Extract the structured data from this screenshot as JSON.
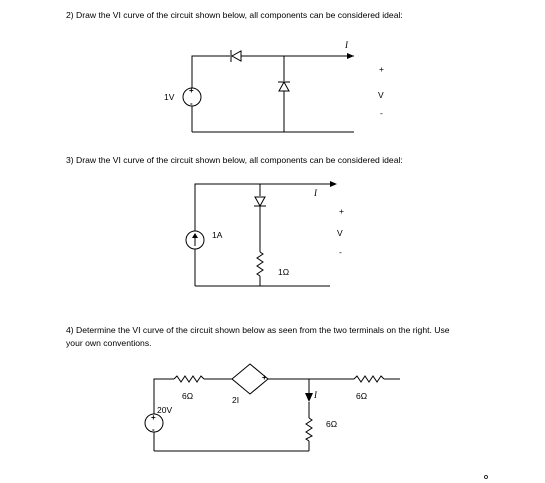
{
  "questions": {
    "q2": "2) Draw the VI curve of the circuit shown below, all components can be considered ideal:",
    "q3": "3) Draw the VI curve of the circuit shown below, all components can be considered ideal:",
    "q4_line1": "4) Determine the VI curve of the circuit shown below as seen from the two terminals on the right. Use",
    "q4_line2": "your own conventions."
  },
  "circuit2": {
    "source_label": "1V",
    "current_label": "I",
    "plus": "+",
    "voltage_label": "V",
    "minus": "-"
  },
  "circuit3": {
    "source_label": "1A",
    "resistor_label": "1Ω",
    "current_label": "I",
    "plus": "+",
    "voltage_label": "V",
    "minus": "-"
  },
  "circuit4": {
    "source_label": "20V",
    "r1_label": "6Ω",
    "dep_label": "2I",
    "dep_plus": "+",
    "current_label": "I",
    "r2_label": "6Ω",
    "r3_label": "6Ω"
  }
}
